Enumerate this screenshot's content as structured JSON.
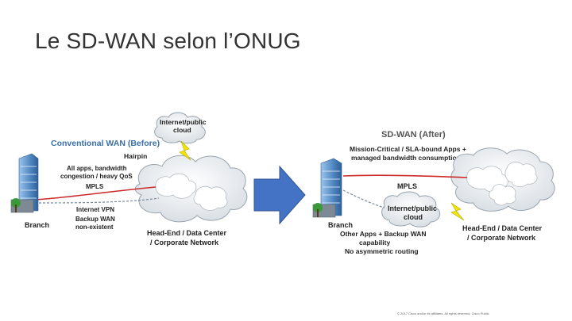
{
  "title": "Le SD-WAN selon l’ONUG",
  "before": {
    "heading": "Conventional WAN (Before)",
    "cloud_label_1": "Internet/public",
    "cloud_label_2": "cloud",
    "hairpin": "Hairpin",
    "apps_1": "All apps, bandwidth",
    "apps_2": "congestion / heavy QoS",
    "mpls": "MPLS",
    "vpn": "Internet VPN",
    "backup_1": "Backup WAN",
    "backup_2": "non-existent",
    "branch": "Branch",
    "headend_1": "Head-End / Data Center",
    "headend_2": "/ Corporate Network"
  },
  "after": {
    "heading": "SD-WAN (After)",
    "mission_1": "Mission-Critical / SLA-bound Apps +",
    "mission_2": "managed bandwidth consumption",
    "mpls": "MPLS",
    "cloud_label_1": "Internet/public",
    "cloud_label_2": "cloud",
    "branch": "Branch",
    "other_1": "Other Apps + Backup WAN",
    "other_2": "capability",
    "other_3": "No asymmetric routing",
    "headend_1": "Head-End / Data Center",
    "headend_2": "/ Corporate Network"
  },
  "footer": "© 2017 Cisco and/or its affiliates. All rights reserved.   Cisco Public",
  "colors": {
    "arrow": "#4472c4",
    "line_red": "#cc2a2a",
    "line_dashed": "#7a8a9a",
    "lightning": "#f2e600",
    "heading_blue": "#3a6fa8",
    "building": "#5b8fc7"
  }
}
